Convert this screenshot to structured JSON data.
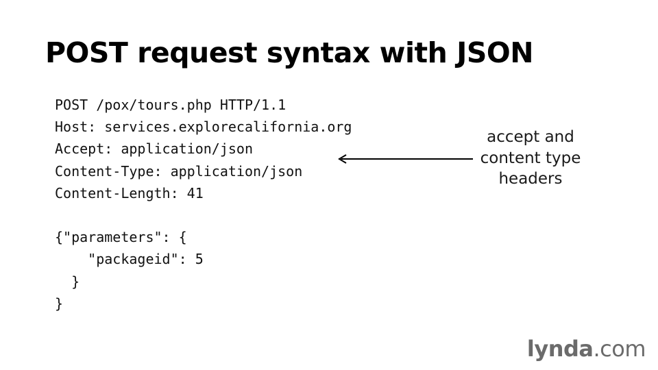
{
  "slide": {
    "title": "POST request syntax with JSON"
  },
  "code": {
    "lines": [
      "POST /pox/tours.php HTTP/1.1",
      "Host: services.explorecalifornia.org",
      "Accept: application/json",
      "Content-Type: application/json",
      "Content-Length: 41",
      "",
      "{\"parameters\": {",
      "    \"packageid\": 5",
      "  }",
      "}"
    ]
  },
  "annotation": {
    "lines": [
      "accept and",
      "content type",
      "headers"
    ]
  },
  "brand": {
    "name": "lynda",
    "tld": ".com"
  },
  "colors": {
    "background": "#ffffff",
    "title": "#000000",
    "code": "#111111",
    "brand": "#6b6b6b"
  }
}
